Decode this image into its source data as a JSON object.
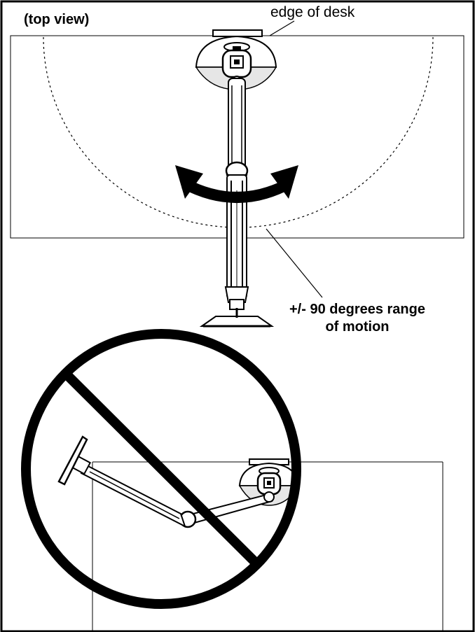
{
  "labels": {
    "view": "(top view)",
    "desk_edge": "edge of desk",
    "range_line1": "+/- 90 degrees range",
    "range_line2": "of motion"
  },
  "colors": {
    "ink": "#000000",
    "paper": "#ffffff",
    "shade": "#e0e0e0"
  },
  "icons": {
    "prohibition": "no-symbol-icon",
    "rotation": "double-arrow-icon"
  }
}
